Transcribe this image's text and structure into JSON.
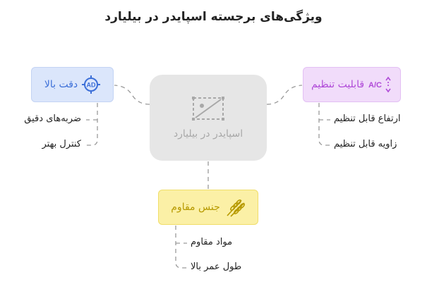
{
  "title": "ویژگی‌های برجسته اسپایدر در بیلیارد",
  "center": {
    "label": "اسپایدر در بیلیارد",
    "icon": "crossed-image-icon"
  },
  "branches": [
    {
      "key": "accuracy",
      "label": "دقت بالا",
      "icon": "ad-target-icon",
      "color": "#3c6fd8",
      "items": [
        "ضربه‌های دقیق",
        "کنترل بهتر"
      ]
    },
    {
      "key": "adjust",
      "label": "قابلیت تنظیم",
      "icon": "a-c-adjust-icon",
      "color": "#b04ad8",
      "items": [
        "ارتفاع قابل تنظیم",
        "زاویه قابل تنظیم"
      ]
    },
    {
      "key": "material",
      "label": "جنس مقاوم",
      "icon": "wheat-icon",
      "color": "#b79a00",
      "items": [
        "مواد مقاوم",
        "طول عمر بالا"
      ]
    }
  ]
}
